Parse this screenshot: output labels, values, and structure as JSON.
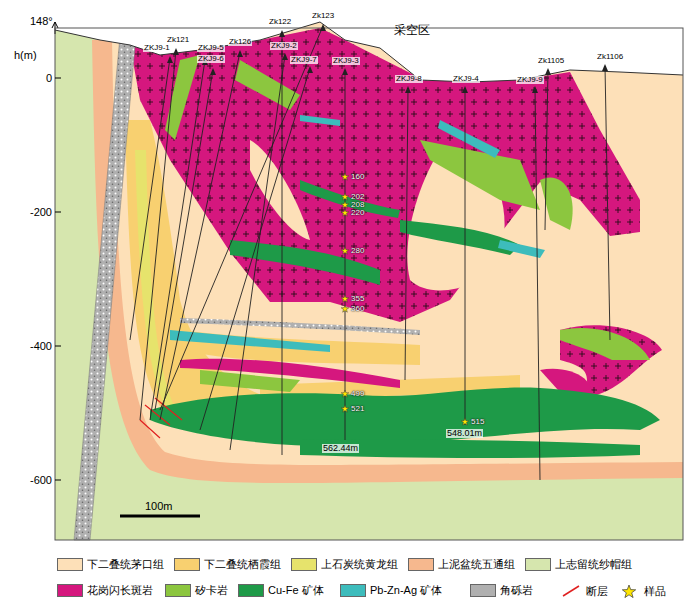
{
  "diagram": {
    "labels": [
      "148°",
      "h(m)",
      "0",
      "-200",
      "-400",
      "-600",
      "100m",
      "采空区",
      "ZKJ9-1",
      "Zk121",
      "ZKJ9-5",
      "ZKJ9-6",
      "Zk126",
      "Zk122",
      "ZKJ9-2",
      "Zk123",
      "ZKJ9-7",
      "ZKJ9-3",
      "ZKJ9-8",
      "ZKJ9-4",
      "ZKJ9-9",
      "Zk1105",
      "Zk1106",
      "160",
      "202",
      "208",
      "220",
      "280",
      "355",
      "360",
      "499",
      "521",
      "515",
      "562.44m",
      "548.01m"
    ],
    "legend": [
      {
        "text": "下二叠统茅口组",
        "color": "#fde0b8"
      },
      {
        "text": "下二叠统栖霞组",
        "color": "#f8d070"
      },
      {
        "text": "上石炭统黄龙组",
        "color": "#e6e36c"
      },
      {
        "text": "上泥盆统五通组",
        "color": "#f6b88e"
      },
      {
        "text": "上志留统纱帽组",
        "color": "#d6e6ae"
      },
      {
        "text": "花岗闪长斑岩",
        "color": "#d5177e"
      },
      {
        "text": "矽卡岩",
        "color": "#8cc63f"
      },
      {
        "text": "Cu-Fe 矿体",
        "color": "#1e9a48"
      },
      {
        "text": "Pb-Zn-Ag 矿体",
        "color": "#3dbcbc"
      },
      {
        "text": "角砾岩",
        "color": "#b0b0b0"
      },
      {
        "text": "断层"
      },
      {
        "text": "样品"
      }
    ]
  }
}
